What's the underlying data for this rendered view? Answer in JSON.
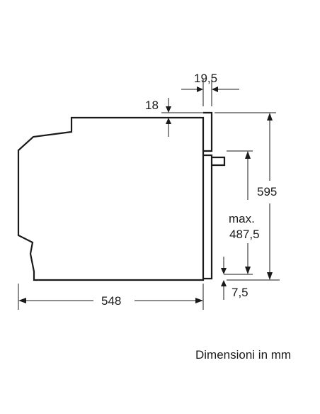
{
  "dimensions": {
    "panel_thickness": "19,5",
    "top_gap": "18",
    "total_height": "595",
    "max_label": "max.",
    "max_height": "487,5",
    "bottom_gap": "7,5",
    "depth": "548"
  },
  "caption": "Dimensioni in mm"
}
